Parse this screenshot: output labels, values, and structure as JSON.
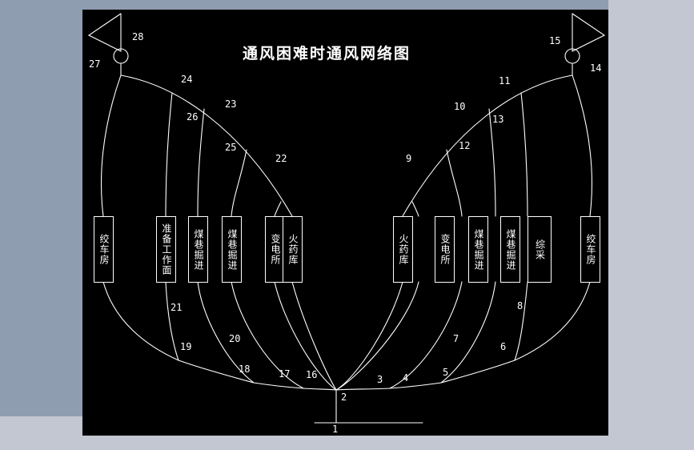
{
  "title": "通风困难时通风网络图",
  "colors": {
    "background_upper": "#8f9db1",
    "background_lower": "#c2c7d2",
    "canvas": "#000000",
    "stroke": "#ffffff"
  },
  "fans": [
    {
      "name": "fan-left",
      "label_intake": "28",
      "label_branch": "27"
    },
    {
      "name": "fan-right",
      "label_intake": "15",
      "label_branch": "14"
    }
  ],
  "facilities": {
    "left": [
      {
        "id": "left-1",
        "label": "绞车房"
      },
      {
        "id": "left-2",
        "label": "准备工作面"
      },
      {
        "id": "left-3",
        "label": "煤巷掘进"
      },
      {
        "id": "left-4",
        "label": "煤巷掘进"
      },
      {
        "id": "left-5",
        "label": "变电所"
      },
      {
        "id": "left-6",
        "label": "火药库"
      }
    ],
    "right": [
      {
        "id": "right-1",
        "label": "火药库"
      },
      {
        "id": "right-2",
        "label": "变电所"
      },
      {
        "id": "right-3",
        "label": "煤巷掘进"
      },
      {
        "id": "right-4",
        "label": "煤巷掘进"
      },
      {
        "id": "right-5",
        "label": "综采"
      },
      {
        "id": "right-6",
        "label": "绞车房"
      }
    ]
  },
  "branch_numbers": {
    "n1": "1",
    "n2": "2",
    "n3": "3",
    "n4": "4",
    "n5": "5",
    "n6": "6",
    "n7": "7",
    "n8": "8",
    "n9": "9",
    "n10": "10",
    "n11": "11",
    "n12": "12",
    "n13": "13",
    "n14": "14",
    "n15": "15",
    "n16": "16",
    "n17": "17",
    "n18": "18",
    "n19": "19",
    "n20": "20",
    "n21": "21",
    "n22": "22",
    "n23": "23",
    "n24": "24",
    "n25": "25",
    "n26": "26",
    "n27": "27",
    "n28": "28"
  }
}
